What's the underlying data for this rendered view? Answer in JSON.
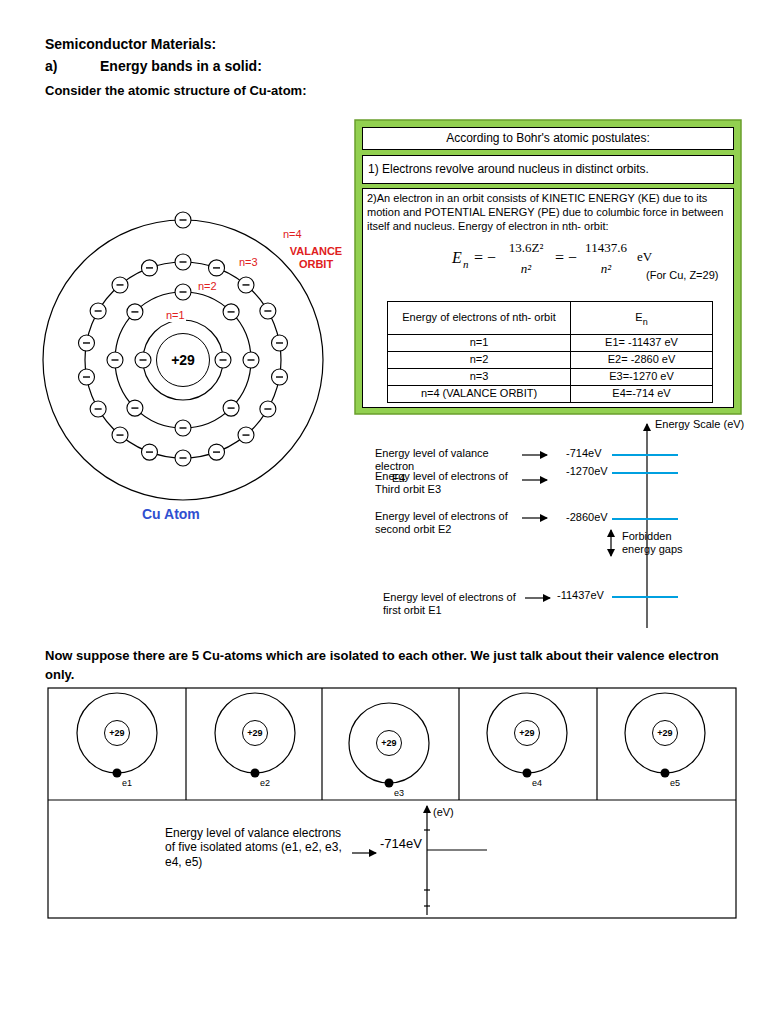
{
  "diagram": {
    "title": "Semiconductor Materials:",
    "nodes": [
      {
        "text": [
          "+29"
        ]
      },
      {
        "text": [
          "According to Bohr's atomic postulates:"
        ]
      },
      {
        "text": [
          "1) Electrons revolve around nucleus in distinct orbits."
        ]
      },
      {
        "text": [
          "2)An electron in an orbit consists of KINETIC ENERGY (KE) due to its motion and POTENTIAL ENERGY (PE) due to columbic force in between itself and nucleus. Energy of electron in nth- orbit:",
          "(For Cu, Z=29)"
        ]
      },
      {
        "text": [
          "+29"
        ]
      },
      {
        "text": [
          "+29"
        ]
      },
      {
        "text": [
          "+29"
        ]
      },
      {
        "text": [
          "+29"
        ]
      },
      {
        "text": [
          "+29"
        ]
      }
    ],
    "labels": [
      "a)",
      "Energy bands in a solid:",
      "Consider the atomic structure of Cu-atom:",
      "n=4",
      "n=3",
      "n=2",
      "n=1",
      "VALANCE ORBIT",
      "Cu Atom",
      "E",
      "n",
      "= −",
      "13.6Z²",
      "n²",
      "= −",
      "11437.6",
      "n²",
      "eV",
      "Energy of electrons of nth- orbit",
      "E",
      "n",
      "n=1",
      "E1= -11437 eV",
      "n=2",
      "E2= -2860 eV",
      "n=3",
      "E3=-1270 eV",
      "n=4 (VALANCE ORBIT)",
      "E4=-714 eV",
      "Energy Scale (eV)",
      "Energy level of valance electron",
      "E4",
      "-714eV",
      "Energy level of electrons of Third orbit E3",
      "-1270eV",
      "Energy level of electrons of second orbit E2",
      "-2860eV",
      "Forbidden energy gaps",
      "Energy level of electrons of first orbit E1",
      "-11437eV",
      "Now suppose there are 5 Cu-atoms which are isolated to each other. We just talk about their valence electron only.",
      "e1",
      "e2",
      "e3",
      "e4",
      "e5",
      "(eV)",
      "-714eV",
      "Energy level of valance electrons of five isolated atoms (e1, e2, e3, e4, e5)"
    ]
  }
}
